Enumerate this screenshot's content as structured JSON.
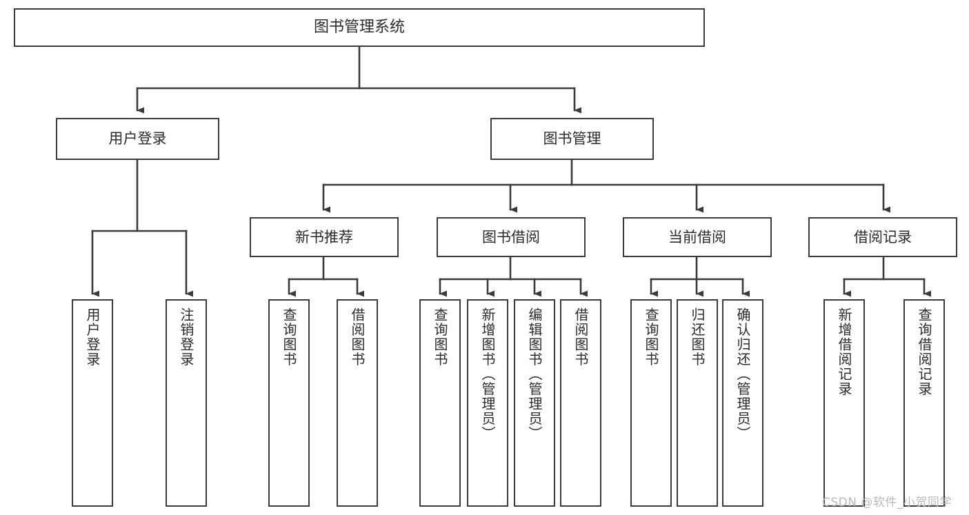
{
  "diagram": {
    "type": "tree-hierarchy",
    "title": "图书管理系统",
    "orientation": "top-down",
    "colors": {
      "line": "#3a3a3a",
      "box_border": "#3a3a3a",
      "box_fill": "#ffffff",
      "text": "#2b2b2b",
      "watermark": "#b9b9b9"
    },
    "levels": 4
  },
  "nodes": {
    "root": {
      "label": "图书管理系统"
    },
    "level2": [
      {
        "id": "user-login",
        "label": "用户登录"
      },
      {
        "id": "book-manage",
        "label": "图书管理"
      }
    ],
    "level3": [
      {
        "id": "new-book-recommend",
        "label": "新书推荐",
        "parent": "book-manage"
      },
      {
        "id": "book-borrow",
        "label": "图书借阅",
        "parent": "book-manage"
      },
      {
        "id": "current-borrow",
        "label": "当前借阅",
        "parent": "book-manage"
      },
      {
        "id": "borrow-record",
        "label": "借阅记录",
        "parent": "book-manage"
      }
    ],
    "leaves": [
      {
        "id": "leaf-user-login",
        "label": "用户登录",
        "parent": "user-login"
      },
      {
        "id": "leaf-user-logout",
        "label": "注销登录",
        "parent": "user-login"
      },
      {
        "id": "leaf-query-book-1",
        "label": "查询图书",
        "parent": "new-book-recommend"
      },
      {
        "id": "leaf-borrow-book-1",
        "label": "借阅图书",
        "parent": "new-book-recommend"
      },
      {
        "id": "leaf-query-book-2",
        "label": "查询图书",
        "parent": "book-borrow"
      },
      {
        "id": "leaf-add-book",
        "label": "新增图书（管理员）",
        "parent": "book-borrow"
      },
      {
        "id": "leaf-edit-book",
        "label": "编辑图书（管理员）",
        "parent": "book-borrow"
      },
      {
        "id": "leaf-borrow-book-2",
        "label": "借阅图书",
        "parent": "book-borrow"
      },
      {
        "id": "leaf-query-book-3",
        "label": "查询图书",
        "parent": "current-borrow"
      },
      {
        "id": "leaf-return-book",
        "label": "归还图书",
        "parent": "current-borrow"
      },
      {
        "id": "leaf-confirm-return",
        "label": "确认归还（管理员）",
        "parent": "current-borrow"
      },
      {
        "id": "leaf-add-record",
        "label": "新增借阅记录",
        "parent": "borrow-record"
      },
      {
        "id": "leaf-query-record",
        "label": "查询借阅记录",
        "parent": "borrow-record"
      }
    ]
  },
  "watermark": {
    "text": "CSDN @软件_小贺同学"
  }
}
